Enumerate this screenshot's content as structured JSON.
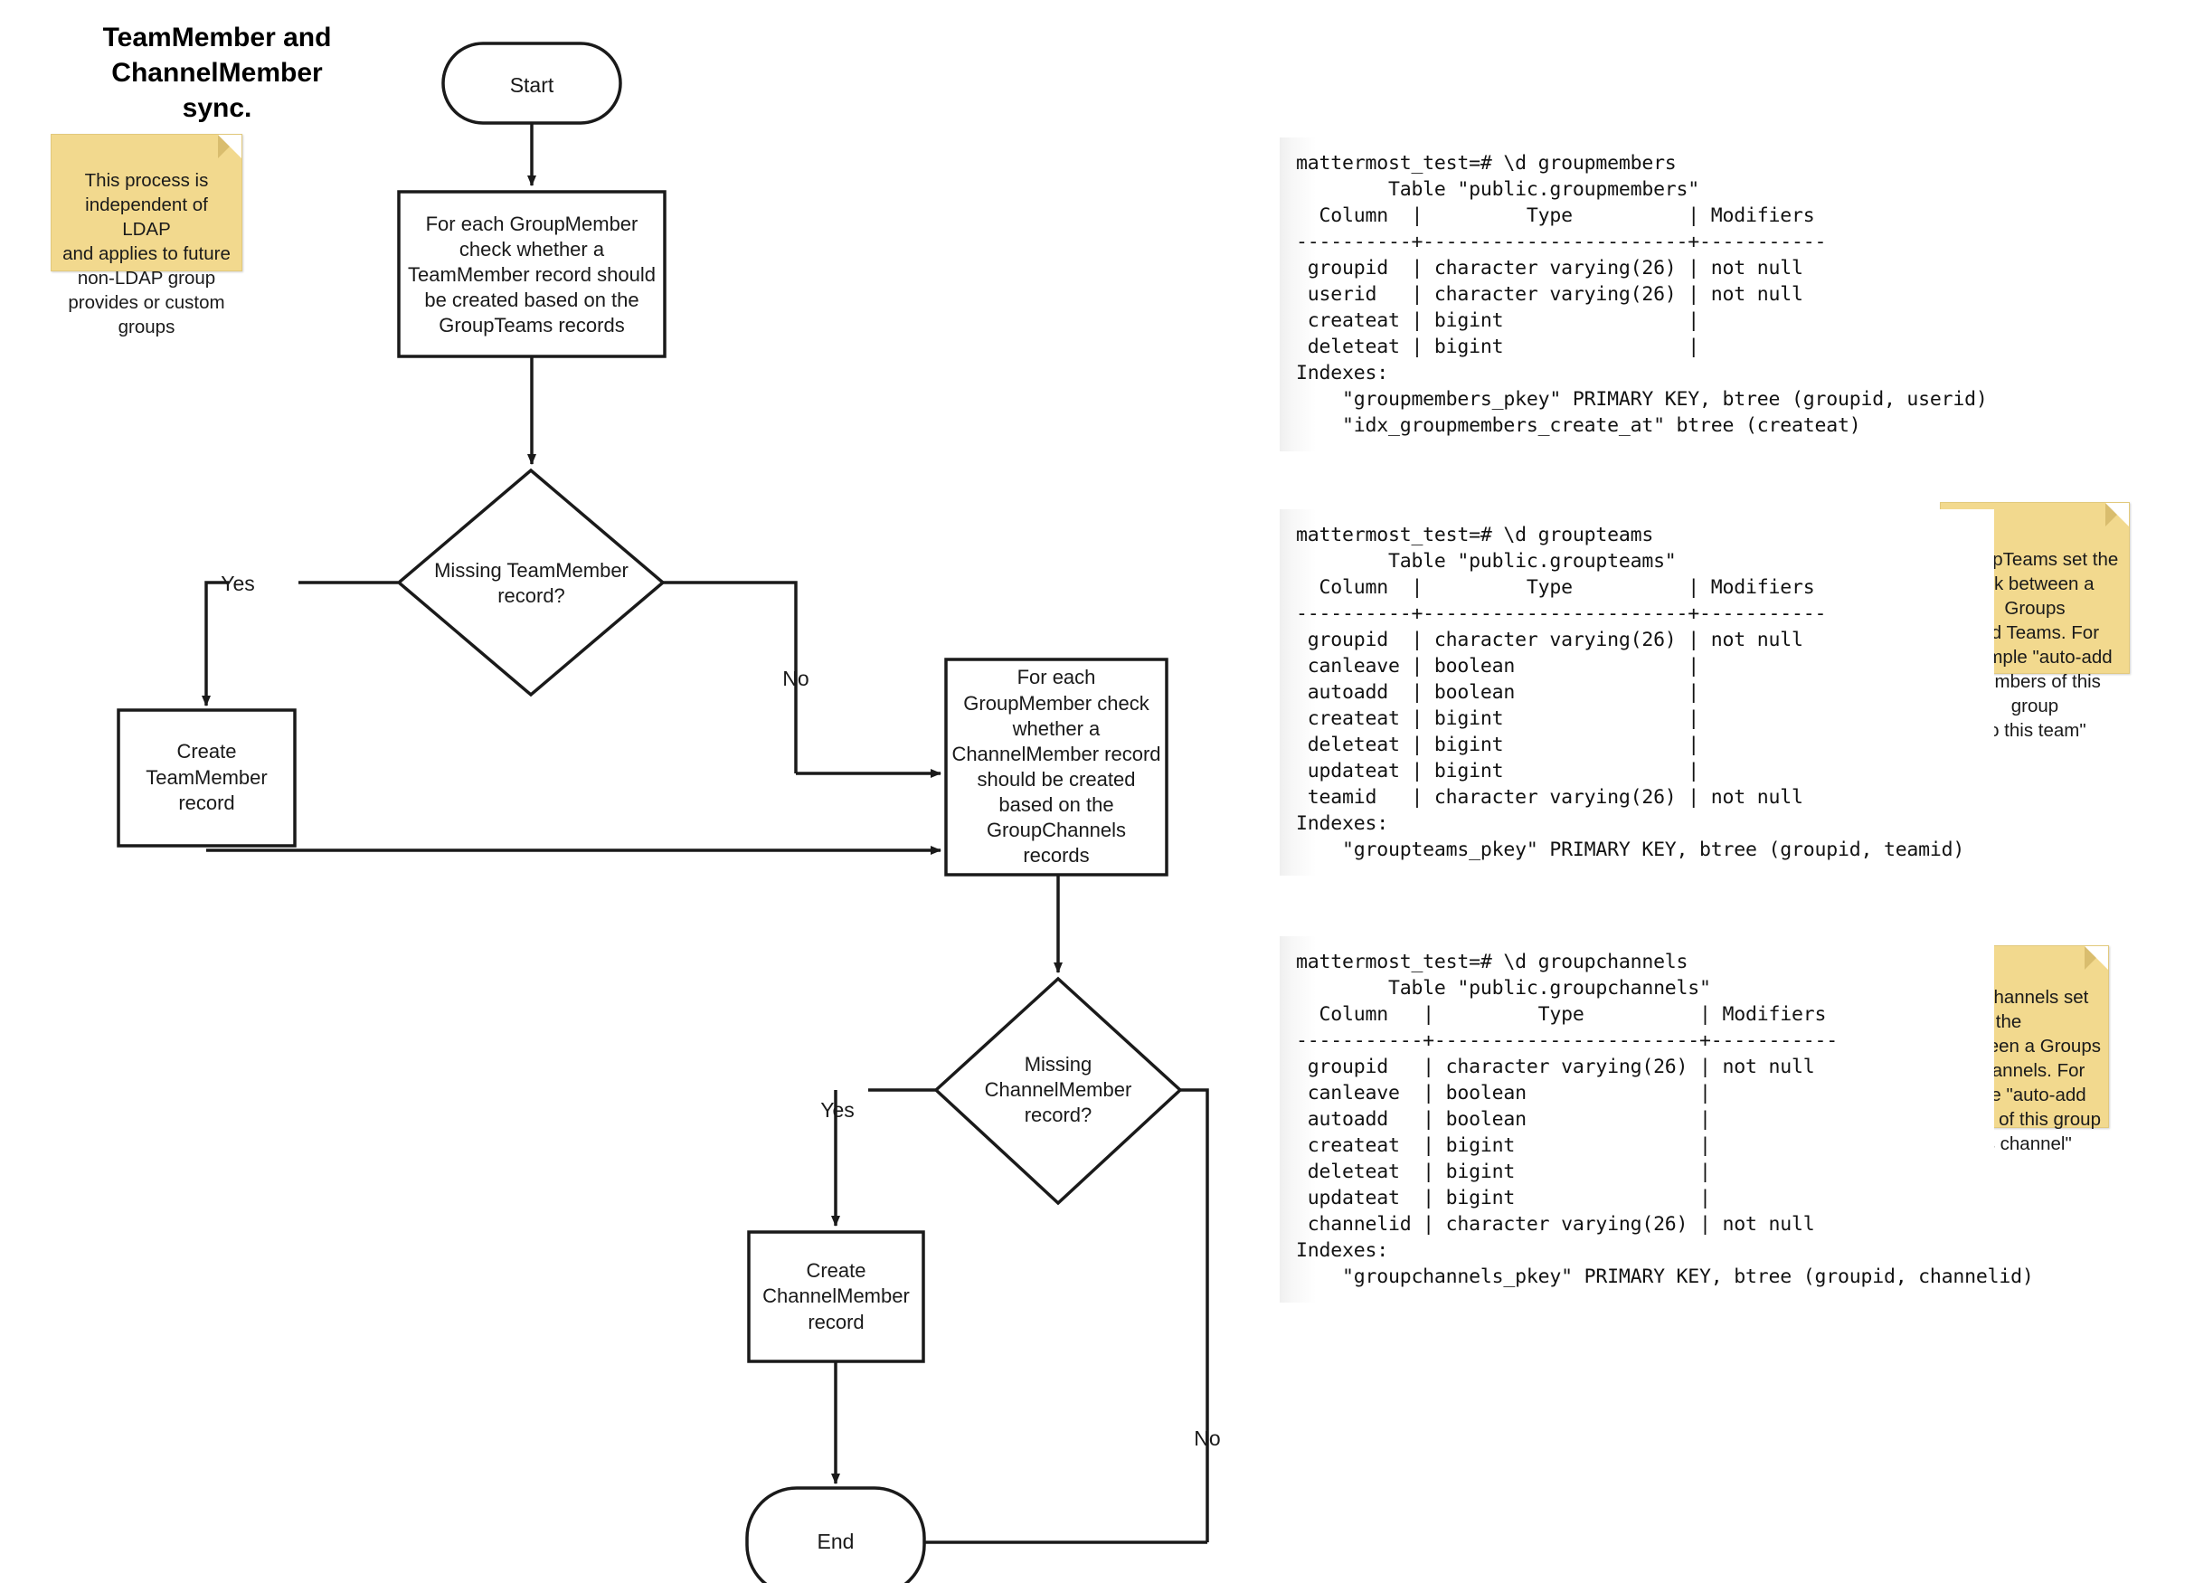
{
  "diagram": {
    "title": "TeamMember and\nChannelMember sync.",
    "nodes": {
      "start": "Start",
      "process_teammember": "For each GroupMember\ncheck whether a\nTeamMember record should\nbe created based on the\nGroupTeams records",
      "decision_teammember": "Missing TeamMember\nrecord?",
      "create_teammember": "Create\nTeamMember\nrecord",
      "process_channelmember": "For each\nGroupMember check\nwhether a\nChannelMember record\nshould be created\nbased on the\nGroupChannels\nrecords",
      "decision_channelmember": "Missing\nChannelMember\nrecord?",
      "create_channelmember": "Create\nChannelMember\nrecord",
      "end": "End"
    },
    "edge_labels": {
      "teammember_yes": "Yes",
      "teammember_no": "No",
      "channelmember_yes": "Yes",
      "channelmember_no": "No"
    },
    "colors": {
      "stroke": "#1a1a1a",
      "fill": "#ffffff",
      "note_fill": "#f2d98e",
      "note_fold": "#d9bd6e"
    }
  },
  "notes": {
    "ldap": "This process is\nindependent of LDAP\nand applies to future\nnon-LDAP group\nprovides or custom\ngroups",
    "groupteams": "GroupTeams set the\nlink between a Groups\nand Teams. For\nexample \"auto-add\nmembers of this group\nto this team\"",
    "groupchannels": "GroupChannels set the\nlink between a Groups\nand Channels. For\nexample \"auto-add\nmembers of this group\nto this channel\""
  },
  "sql": {
    "groupmembers": "mattermost_test=# \\d groupmembers\n        Table \"public.groupmembers\"\n  Column  |         Type          | Modifiers\n----------+-----------------------+-----------\n groupid  | character varying(26) | not null\n userid   | character varying(26) | not null\n createat | bigint                |\n deleteat | bigint                |\nIndexes:\n    \"groupmembers_pkey\" PRIMARY KEY, btree (groupid, userid)\n    \"idx_groupmembers_create_at\" btree (createat)",
    "groupteams": "mattermost_test=# \\d groupteams\n        Table \"public.groupteams\"\n  Column  |         Type          | Modifiers\n----------+-----------------------+-----------\n groupid  | character varying(26) | not null\n canleave | boolean               |\n autoadd  | boolean               |\n createat | bigint                |\n deleteat | bigint                |\n updateat | bigint                |\n teamid   | character varying(26) | not null\nIndexes:\n    \"groupteams_pkey\" PRIMARY KEY, btree (groupid, teamid)",
    "groupchannels": "mattermost_test=# \\d groupchannels\n        Table \"public.groupchannels\"\n  Column   |         Type          | Modifiers\n-----------+-----------------------+-----------\n groupid   | character varying(26) | not null\n canleave  | boolean               |\n autoadd   | boolean               |\n createat  | bigint                |\n deleteat  | bigint                |\n updateat  | bigint                |\n channelid | character varying(26) | not null\nIndexes:\n    \"groupchannels_pkey\" PRIMARY KEY, btree (groupid, channelid)"
  }
}
